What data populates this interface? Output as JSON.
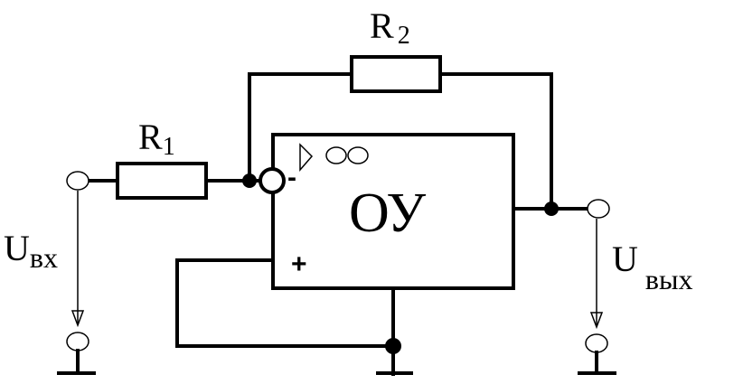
{
  "labels": {
    "r1_main": "R",
    "r1_sub": "1",
    "r2_main": "R",
    "r2_sub": "2",
    "opamp": "ОУ",
    "minus": "-",
    "plus": "+",
    "uin_main": "U",
    "uin_sub": "вх",
    "uout_main": "U",
    "uout_sub": "вых"
  },
  "colors": {
    "line": "#000000",
    "background": "#ffffff"
  },
  "icons": {
    "opamp_symbol": "triangle-infinity-icon"
  }
}
